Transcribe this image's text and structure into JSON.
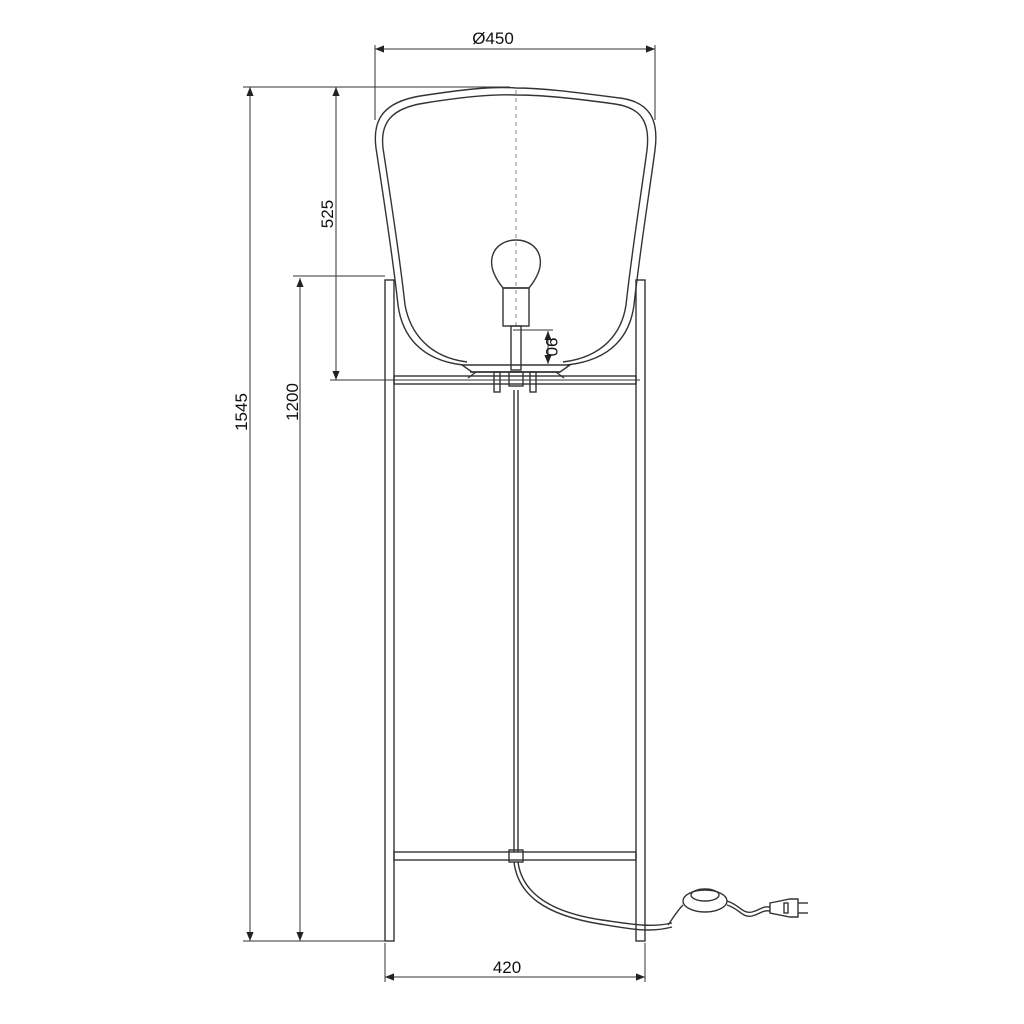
{
  "dimensions": {
    "shade_diameter": "Ø450",
    "total_height": "1545",
    "shade_height": "525",
    "frame_height": "1200",
    "base_width": "420",
    "socket_offset": "90"
  }
}
